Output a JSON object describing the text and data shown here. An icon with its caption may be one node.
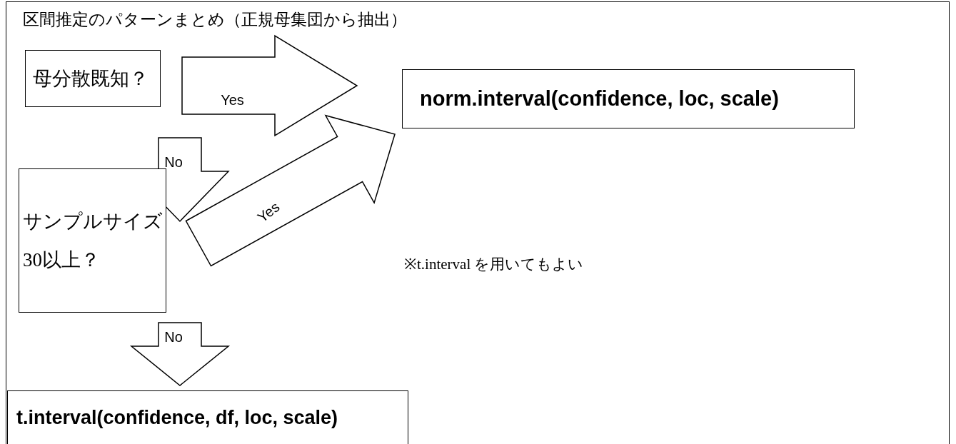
{
  "diagram": {
    "title": "区間推定のパターンまとめ（正規母集団から抽出）",
    "nodes": [
      {
        "text": [
          "母分散既知？"
        ]
      },
      {
        "text": [
          "norm.interval(confidence, loc, scale)"
        ]
      },
      {
        "text": [
          "サンプルサイズ30以上？"
        ]
      },
      {
        "text": [
          "t.interval(confidence, df, loc, scale)"
        ]
      }
    ],
    "edges": [
      {
        "from": 0,
        "to": 1,
        "arrow": "to",
        "label": "Yes"
      },
      {
        "from": 0,
        "to": 2,
        "arrow": "to",
        "label": "No"
      },
      {
        "from": 2,
        "to": 1,
        "arrow": "to",
        "label": "Yes"
      },
      {
        "from": 2,
        "to": 3,
        "arrow": "to",
        "label": "No"
      }
    ],
    "labels": [
      "※t.interval を用いてもよい"
    ]
  }
}
